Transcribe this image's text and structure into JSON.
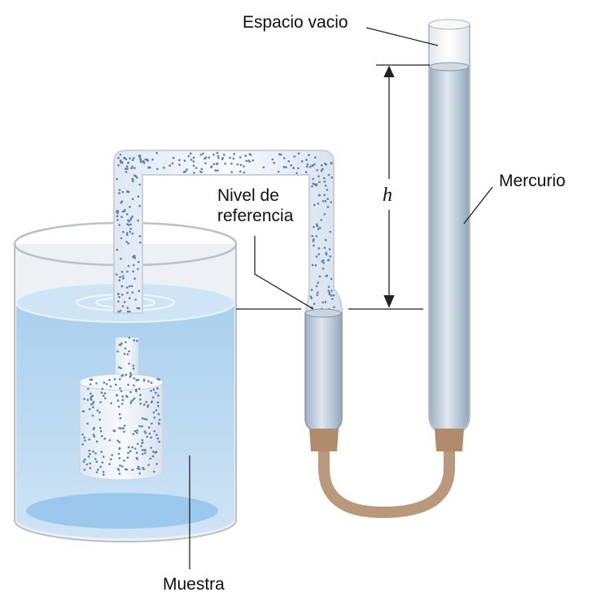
{
  "labels": {
    "empty_space": "Espacio vacio",
    "height": "h",
    "mercury": "Mercurio",
    "reference_level_line1": "Nivel de",
    "reference_level_line2": "referencia",
    "sample": "Muestra"
  },
  "colors": {
    "water": "#b9d8f0",
    "mercury": "#aebfcf",
    "rubber_tube": "#b9987c",
    "dots": "#5b7fb0"
  }
}
